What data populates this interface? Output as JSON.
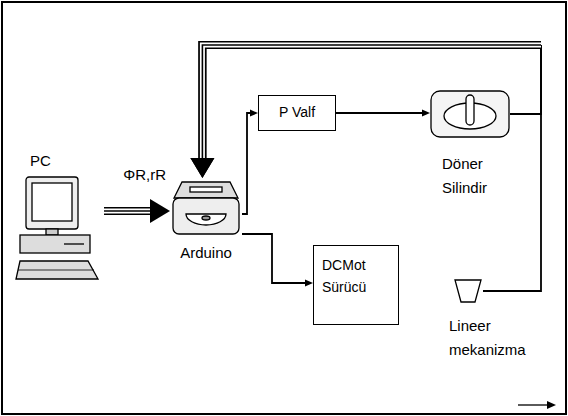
{
  "diagram": {
    "nodes": [
      {
        "text": [
          "PC"
        ]
      },
      {
        "text": [
          "Arduino"
        ]
      },
      {
        "text": [
          "P Valf"
        ]
      },
      {
        "text": [
          "Döner Silindir"
        ]
      },
      {
        "text": [
          "DCMot Sürücü"
        ]
      },
      {
        "text": [
          "Lineer mekanizma"
        ]
      }
    ],
    "edges": [
      {
        "from": 0,
        "to": 1,
        "arrow": "to",
        "label": "ΦR,rR"
      },
      {
        "from": 1,
        "to": 2,
        "arrow": "to"
      },
      {
        "from": 1,
        "to": 4,
        "arrow": "to"
      },
      {
        "from": 2,
        "to": 3,
        "arrow": "to"
      },
      {
        "from": 3,
        "to": 1,
        "arrow": "to"
      },
      {
        "from": 5,
        "to": 1,
        "arrow": "to"
      }
    ]
  }
}
